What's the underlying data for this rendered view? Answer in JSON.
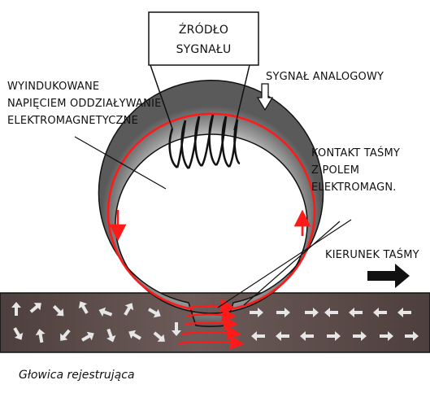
{
  "source_box": {
    "line1": "ŹRÓDŁO",
    "line2": "SYGNAŁU"
  },
  "signal_label": "SYGNAŁ ANALOGOWY",
  "induced_label": {
    "line1": "WYINDUKOWANE",
    "line2": "NAPIĘCIEM ODDZIAŁYWANIE",
    "line3": "ELEKTROMAGNETYCZNE"
  },
  "contact_label": {
    "line1": "KONTAKT TAŚMY",
    "line2": "Z POLEM",
    "line3": "ELEKTROMAGN."
  },
  "direction_label": "KIERUNEK TAŚMY",
  "caption": "Głowica rejestrująca",
  "colors": {
    "ring": "#8c8c8c",
    "flux": "#ff1a1a",
    "tape": "#5e4f4c",
    "domain_arrows": "#e6e6e6"
  },
  "icons": [
    "down-arrow-icon",
    "right-arrow-icon"
  ]
}
